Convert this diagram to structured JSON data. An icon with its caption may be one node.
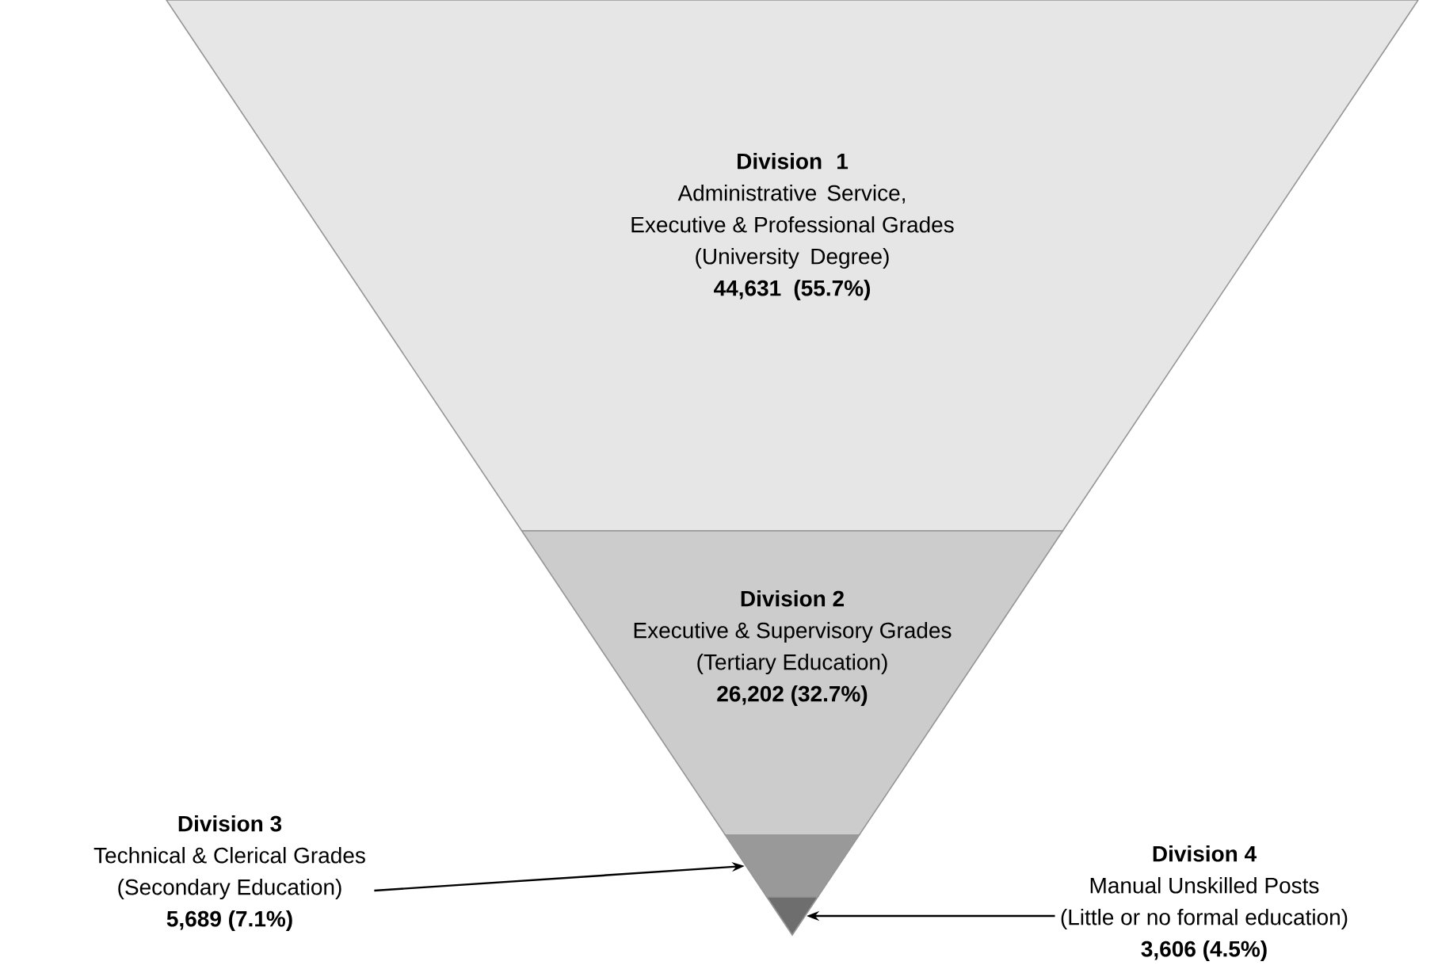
{
  "diagram": {
    "nodes": [
      {
        "text": [
          "Division 1",
          "Administrative Service, Executive & Professional Grades",
          "(University Degree)",
          "44,631 (55.7%)"
        ]
      },
      {
        "text": [
          "Division 2",
          "Executive & Supervisory Grades",
          "(Tertiary Education)",
          "26,202 (32.7%)"
        ]
      },
      {
        "text": [],
        "shape": "trapezoid"
      },
      {
        "text": [],
        "shape": "triangle"
      },
      {
        "text": [
          "Division 3",
          "Technical & Clerical Grades",
          "(Secondary Education)",
          "5,689 (7.1%)"
        ]
      },
      {
        "text": [
          "Division 4",
          "Manual Unskilled Posts",
          "(Little or no formal education)",
          "3,606 (4.5%)"
        ]
      }
    ],
    "edges": [
      {
        "from": 4,
        "to": 2,
        "arrow": "to"
      },
      {
        "from": 5,
        "to": 3,
        "arrow": "to"
      }
    ]
  }
}
